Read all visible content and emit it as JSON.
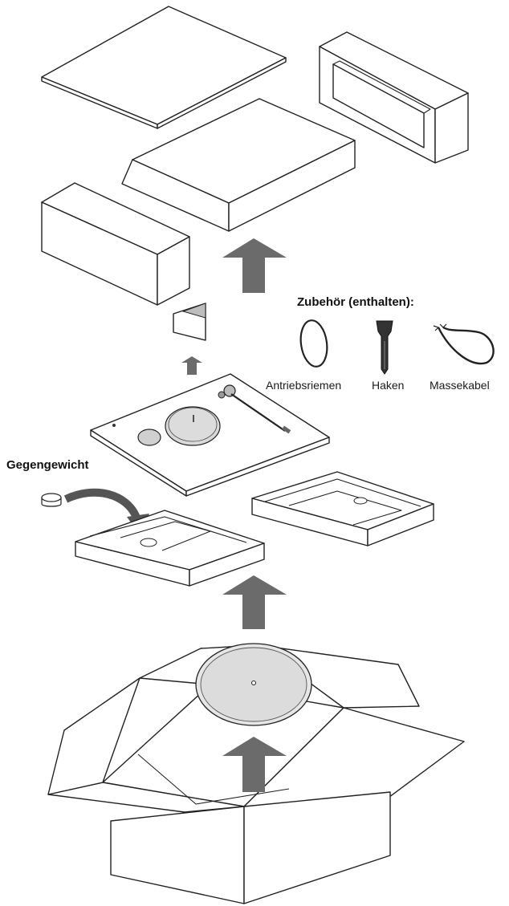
{
  "labels": {
    "accessories_heading": "Zubehör (enthalten):",
    "drive_belt": "Antriebsriemen",
    "hook": "Haken",
    "ground_cable": "Massekabel",
    "counterweight": "Gegengewicht"
  },
  "colors": {
    "line": "#222222",
    "arrow": "#6b6b6b",
    "platter_fill": "#d9d9d9",
    "background": "#ffffff"
  },
  "icons": {
    "drive_belt": "belt-loop-icon",
    "hook": "hook-tool-icon",
    "ground_cable": "ground-cable-icon"
  }
}
